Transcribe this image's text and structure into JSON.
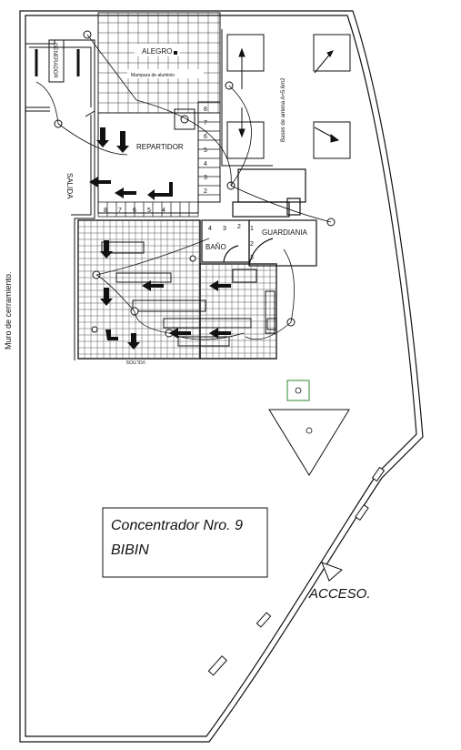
{
  "labels": {
    "wall_side": "Muro de cerramiento.",
    "generator": "GENERADOR",
    "alegro": "ALEGRO",
    "mezzanine_note": "Mampara de aluminio",
    "antenna_note": "Bases de antena A=5.6m2",
    "reparto": "REPARTIDOR",
    "salida": "SALIDA",
    "bano": "BAÑO",
    "guard": "GUARDIANIA",
    "bottom_small": "VOLTIOS",
    "concentrator_line1": "Concentrador Nro. 9",
    "concentrator_line2": "BIBIN",
    "access": "ACCESO."
  },
  "stairs": {
    "numbers_upper": [
      "8",
      "7",
      "6",
      "5",
      "4",
      "3",
      "2"
    ],
    "numbers_lower": [
      "8",
      "7",
      "6",
      "5",
      "4"
    ],
    "numbers_bath": [
      "4",
      "3",
      "2",
      "1",
      "2",
      "3"
    ]
  },
  "colors": {
    "line": "#111111",
    "fill_dark": "#222222",
    "green_mark": "#2f8a2f",
    "background": "#ffffff"
  },
  "icons": {
    "arrow": "evacuation-arrow-icon",
    "light": "ceiling-light-icon",
    "antenna": "antenna-base-icon"
  }
}
